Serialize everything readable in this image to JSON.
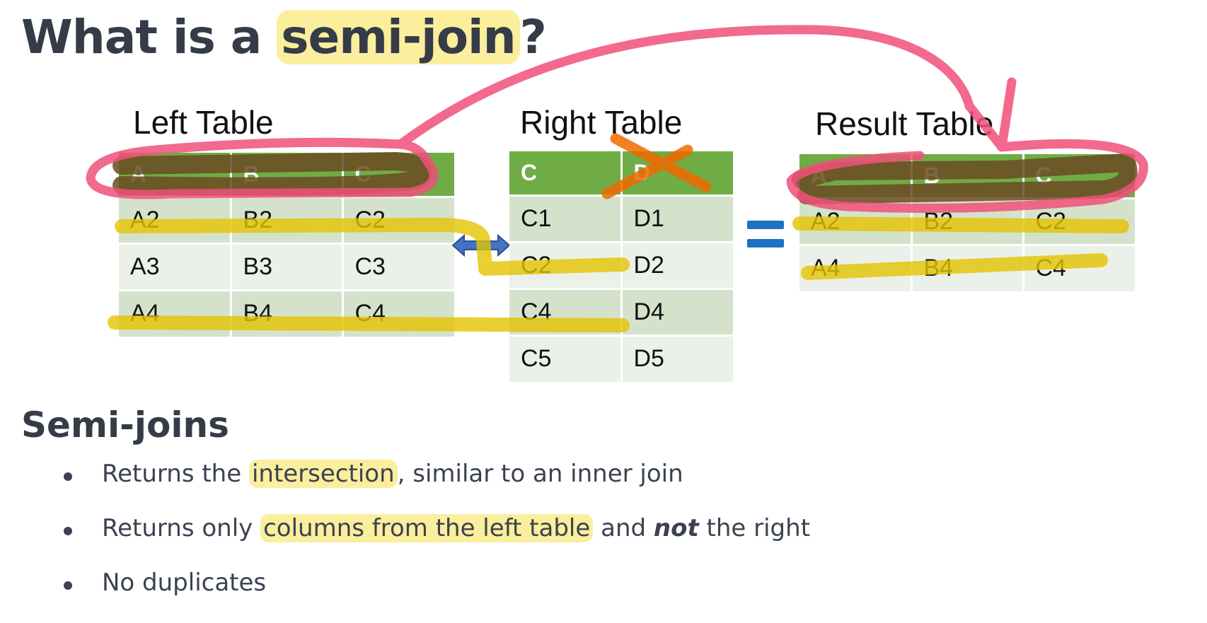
{
  "title": {
    "prefix": "What is a ",
    "highlight": "semi-join",
    "suffix": "?"
  },
  "left_table": {
    "title": "Left Table",
    "headers": [
      "A",
      "B",
      "C"
    ],
    "rows": [
      [
        "A2",
        "B2",
        "C2"
      ],
      [
        "A3",
        "B3",
        "C3"
      ],
      [
        "A4",
        "B4",
        "C4"
      ]
    ]
  },
  "right_table": {
    "title": "Right Table",
    "headers": [
      "C",
      "D"
    ],
    "rows": [
      [
        "C1",
        "D1"
      ],
      [
        "C2",
        "D2"
      ],
      [
        "C4",
        "D4"
      ],
      [
        "C5",
        "D5"
      ]
    ]
  },
  "result_table": {
    "title": "Result Table",
    "headers": [
      "A",
      "B",
      "C"
    ],
    "rows": [
      [
        "A2",
        "B2",
        "C2"
      ],
      [
        "A4",
        "B4",
        "C4"
      ]
    ]
  },
  "section": {
    "title": "Semi-joins",
    "bullets": [
      {
        "before": "Returns the ",
        "highlight": "intersection",
        "after": ", similar to an inner join"
      },
      {
        "before": "Returns only ",
        "highlight": "columns from the left table",
        "middle": " and ",
        "emph": "not",
        "after": " the right"
      },
      {
        "before": "No duplicates"
      }
    ]
  },
  "colors": {
    "header_green": "#6fac46",
    "row_dark": "#d4e2cb",
    "row_light": "#ebf1e8",
    "highlight_yellow": "#fbee9d",
    "ink_pink": "#f0507a",
    "ink_brown": "#6b4a22",
    "ink_yellow": "#e4c400",
    "ink_orange": "#f06a00",
    "equals_blue": "#1b72c0"
  }
}
